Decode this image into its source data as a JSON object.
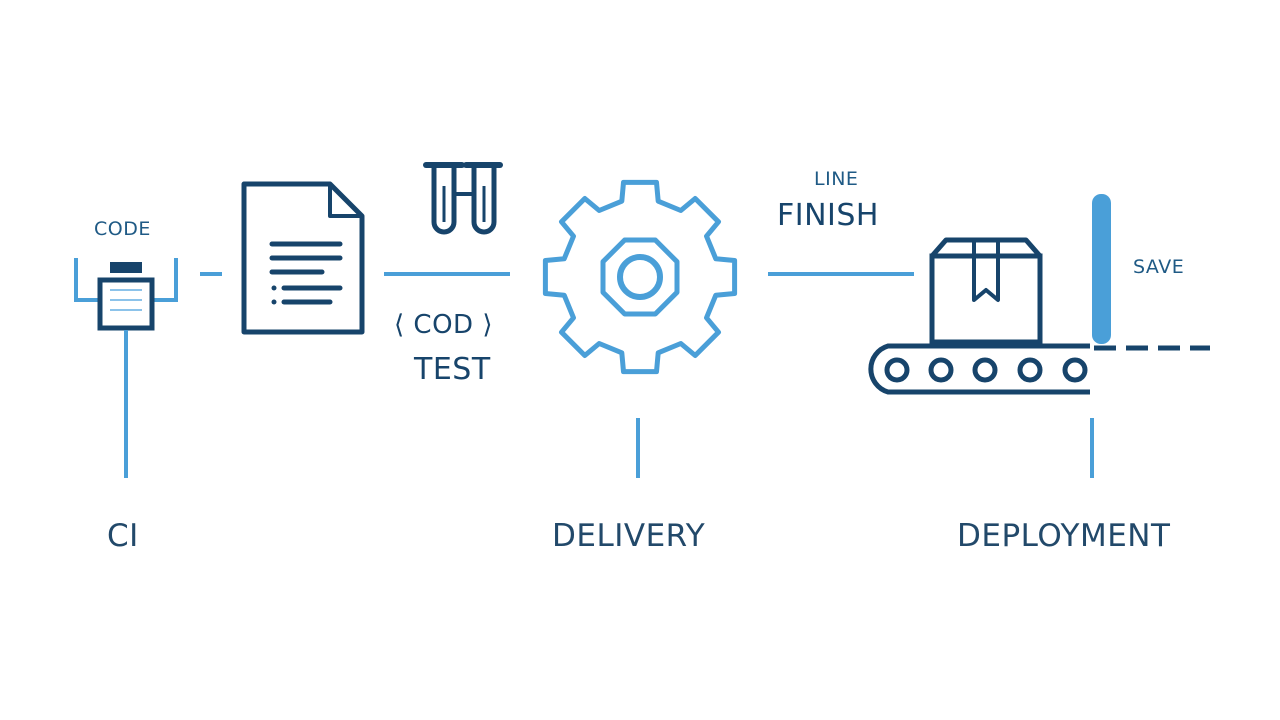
{
  "labels": {
    "code": "CODE",
    "cod": "⟨ COD ⟩",
    "test": "TEST",
    "line": "LINE",
    "finish": "FINISH",
    "save": "SAVE",
    "ci": "CI",
    "delivery": "DELIVERY",
    "deployment": "DEPLOYMENT"
  },
  "colors": {
    "dark_blue": "#17446b",
    "light_blue": "#4a9fd8",
    "text": "#22496a"
  },
  "icons": [
    "package-jar-icon",
    "document-icon",
    "test-tubes-icon",
    "gear-icon",
    "box-icon",
    "conveyor-belt-icon",
    "finish-pole-icon"
  ]
}
